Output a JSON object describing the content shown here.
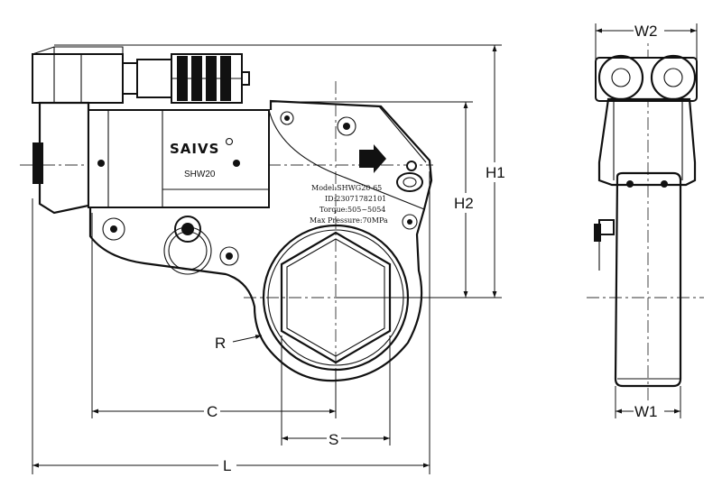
{
  "tool": {
    "brand": "SAIVS",
    "model": "SHW20",
    "nameplate": [
      "Model:SHWG20-65",
      "ID:23071782101",
      "Torque:505~5054",
      "Max Pressure:70MPa"
    ]
  },
  "dimensions": {
    "length": "L",
    "height_total": "H1",
    "height_head": "H2",
    "offset": "C",
    "hex_size": "S",
    "radius": "R",
    "width_top": "W2",
    "width_bottom": "W1"
  }
}
